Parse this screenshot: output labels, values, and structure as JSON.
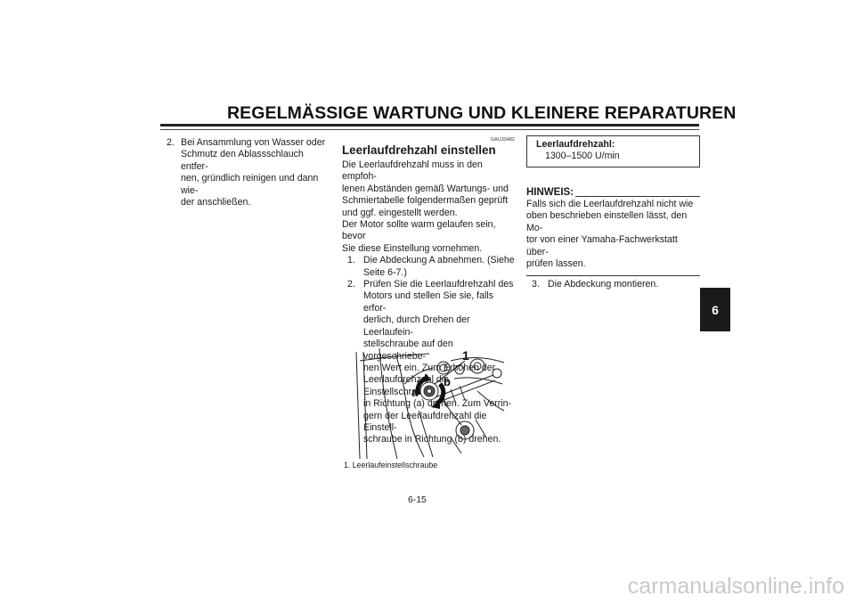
{
  "header": {
    "title": "REGELMÄSSIGE WARTUNG UND KLEINERE REPARATUREN"
  },
  "col1": {
    "item2_num": "2.",
    "item2_lines": [
      "Bei Ansammlung von Wasser oder",
      "Schmutz den Ablassschlauch entfer-",
      "nen, gründlich reinigen und dann wie-",
      "der anschließen."
    ]
  },
  "col2": {
    "code": "GAU33482",
    "title": "Leerlaufdrehzahl einstellen",
    "intro_lines": [
      "Die Leerlaufdrehzahl muss in den empfoh-",
      "lenen Abständen gemäß Wartungs- und",
      "Schmiertabelle folgendermaßen geprüft",
      "und ggf. eingestellt werden.",
      "Der Motor sollte warm gelaufen sein, bevor",
      "Sie diese Einstellung vornehmen."
    ],
    "step1_num": "1.",
    "step1_lines": [
      "Die Abdeckung A abnehmen. (Siehe",
      "Seite 6-7.)"
    ],
    "step2_num": "2.",
    "step2_lines": [
      "Prüfen Sie die Leerlaufdrehzahl des",
      "Motors und stellen Sie sie, falls erfor-",
      "derlich, durch Drehen der Leerlaufein-",
      "stellschraube auf den vorgeschriebe-",
      "nen Wert ein. Zum Erhöhen der",
      "Leerlaufdrehzahl die Einstellschraube",
      "in Richtung (a) drehen. Zum Verrin-",
      "gern der Leerlaufdrehzahl die Einstell-",
      "schraube in Richtung (b) drehen."
    ],
    "figure": {
      "label_1": "1",
      "label_a": "a",
      "label_b": "b",
      "caption": "1. Leerlaufeinstellschraube"
    }
  },
  "col3": {
    "spec_label": "Leerlaufdrehzahl:",
    "spec_value": "1300–1500 U/min",
    "note_heading": "HINWEIS:",
    "note_lines": [
      "Falls sich die Leerlaufdrehzahl nicht wie",
      "oben beschrieben einstellen lässt, den Mo-",
      "tor von einer Yamaha-Fachwerkstatt über-",
      "prüfen lassen."
    ],
    "step3_num": "3.",
    "step3_text": "Die Abdeckung montieren."
  },
  "side_tab": "6",
  "page_number": "6-15",
  "watermark": "carmanualsonline.info"
}
